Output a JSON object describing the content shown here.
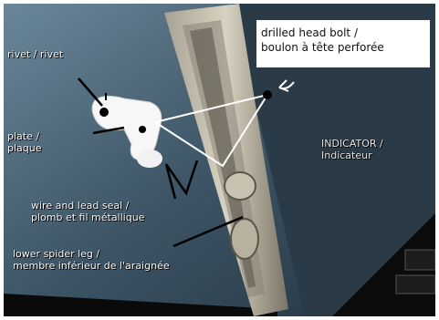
{
  "labels": {
    "rivet": "rivet / rivet",
    "plate": [
      "plate /",
      "plaque"
    ],
    "wire_seal": [
      "wire and lead seal /",
      "plomb et fil métallique"
    ],
    "lower_spider_leg": [
      "lower spider leg /",
      "membre inférieur de l'araignée"
    ],
    "indicator": [
      "INDICATOR /",
      "Indicateur"
    ],
    "drilled_bolt": [
      "drilled head bolt /",
      "boulon à tête perforée"
    ]
  },
  "colors": {
    "annotation": "#ffffff",
    "callout_box": "#ffffff",
    "pointer": "#000000"
  }
}
